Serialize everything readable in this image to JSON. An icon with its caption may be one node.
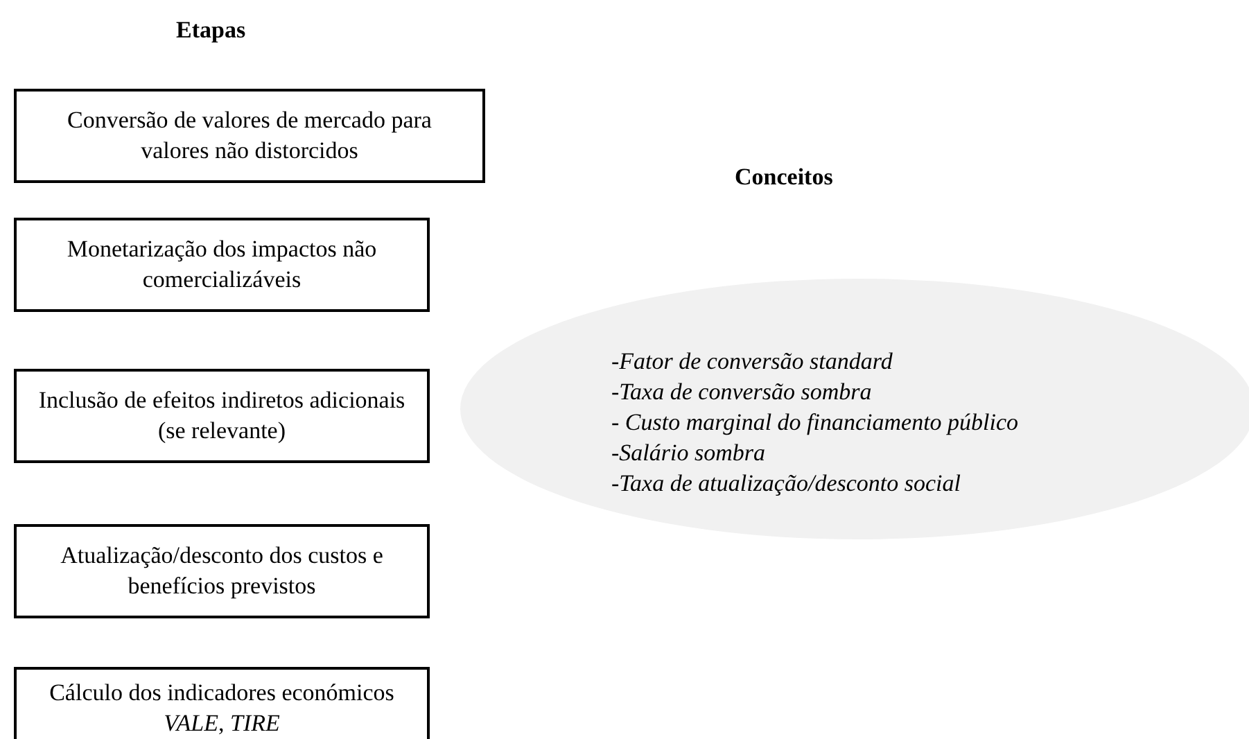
{
  "diagram": {
    "nodes": [
      {
        "text": [
          "Conversão de valores de mercado para valores não distorcidos"
        ]
      },
      {
        "text": [
          "Monetarização dos impactos não comercializáveis"
        ]
      },
      {
        "text": [
          "Inclusão de efeitos indiretos adicionais (se relevante)"
        ]
      },
      {
        "text": [
          "Atualização/desconto dos custos e benefícios previstos"
        ]
      },
      {
        "text": [
          "Cálculo dos indicadores económicos *VALE*, *TIRE*"
        ]
      },
      {
        "text": [
          "-Fator de conversão standard",
          "-Taxa de conversão sombra",
          "- Custo marginal do financiamento público",
          "-Salário sombra",
          "-Taxa de atualização/desconto social"
        ]
      }
    ],
    "edges": [],
    "labels": [
      "Etapas",
      "Conceitos"
    ]
  }
}
